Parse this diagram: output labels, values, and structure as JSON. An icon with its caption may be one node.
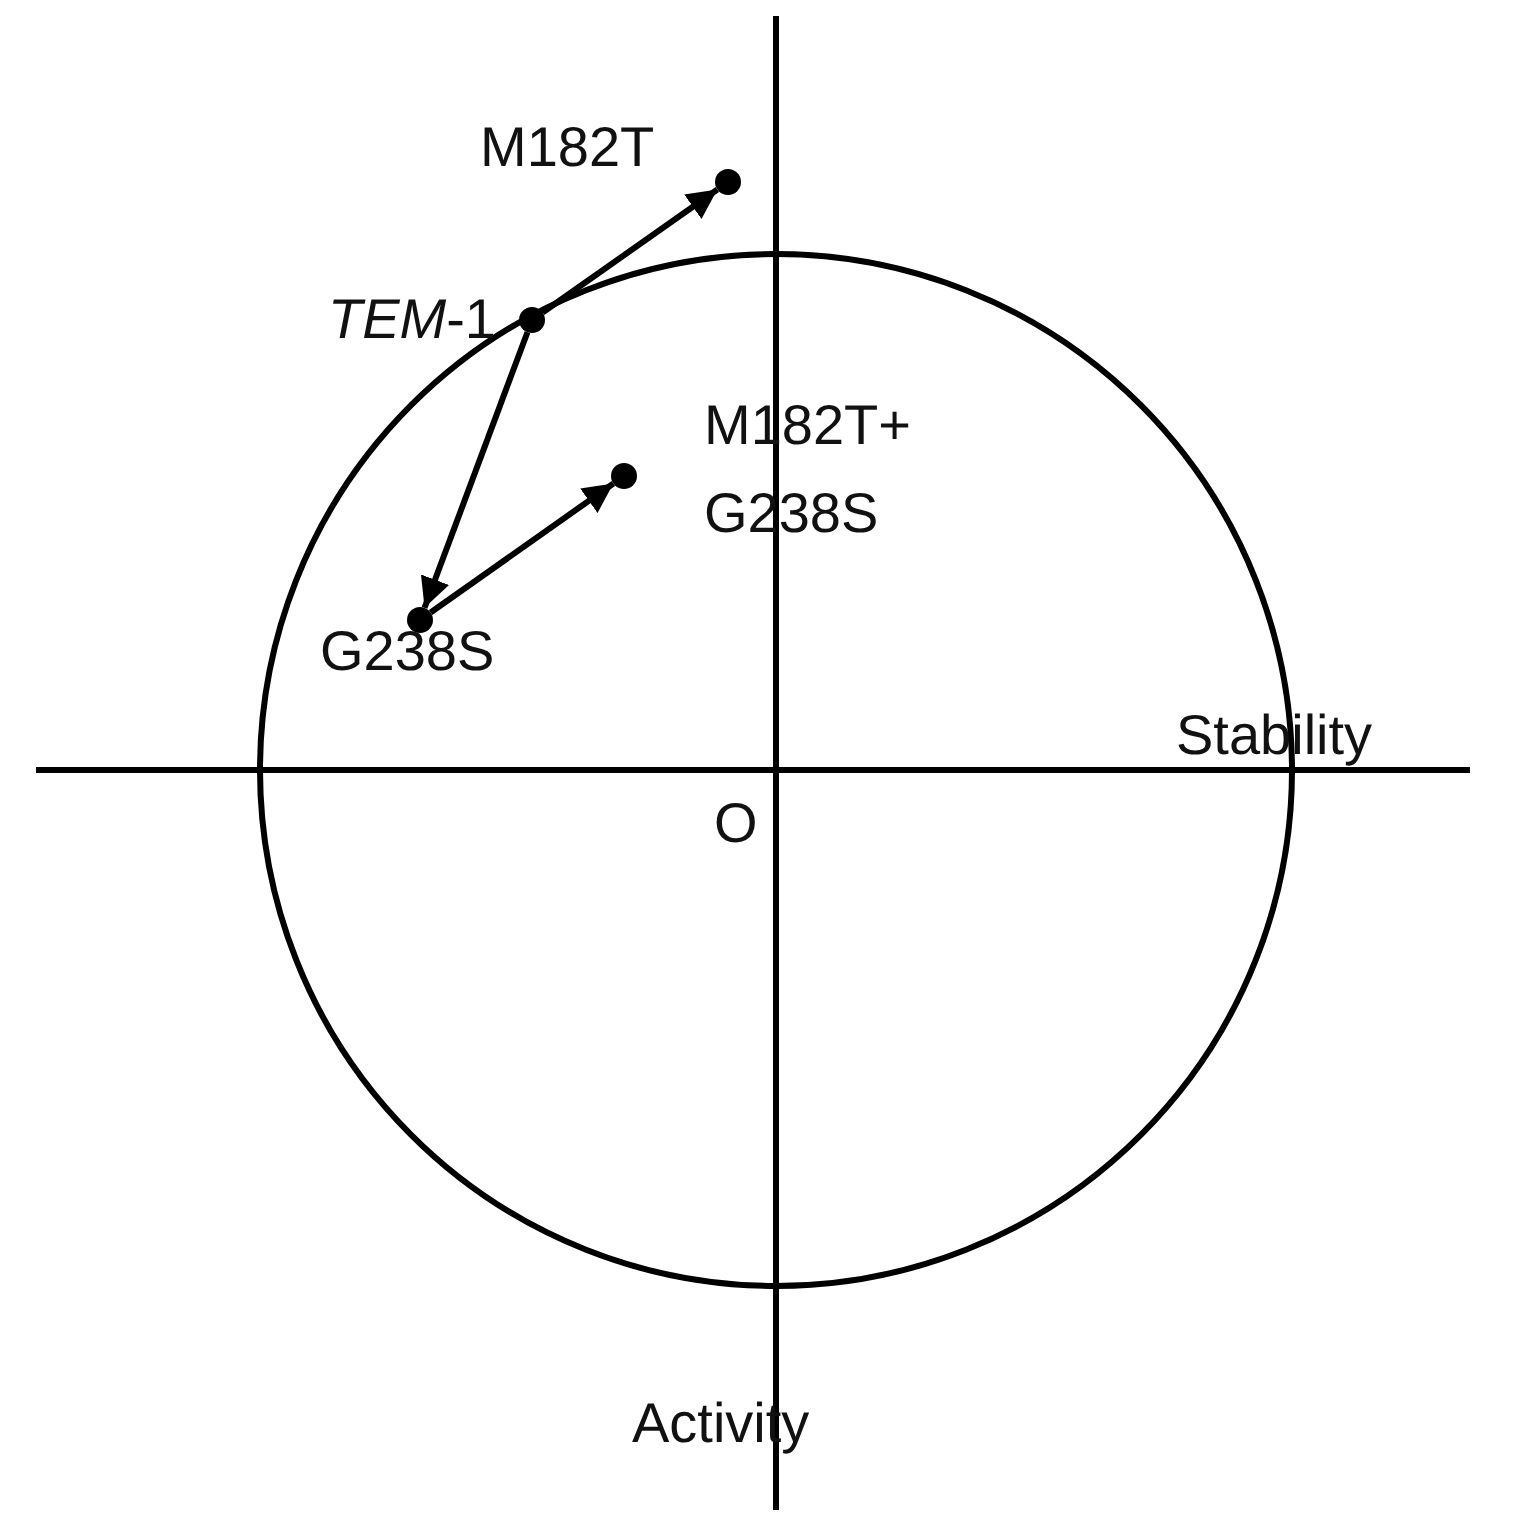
{
  "diagram": {
    "nodes": [
      {
        "text": [],
        "shape": "circle",
        "beside": [
          "M182T"
        ]
      },
      {
        "text": [],
        "shape": "circle",
        "beside": [
          "*TEM*-1"
        ]
      },
      {
        "text": [],
        "shape": "circle",
        "beside": [
          "M182T+ G238S"
        ]
      },
      {
        "text": [],
        "shape": "circle",
        "beside": [
          "G238S"
        ]
      }
    ],
    "edges": [
      {
        "from": 1,
        "to": 0,
        "arrow": "to"
      },
      {
        "from": 1,
        "to": 3,
        "arrow": "to"
      },
      {
        "from": 3,
        "to": 2,
        "arrow": "to"
      }
    ],
    "labels": [
      "Stability",
      "O",
      "Activity"
    ]
  }
}
